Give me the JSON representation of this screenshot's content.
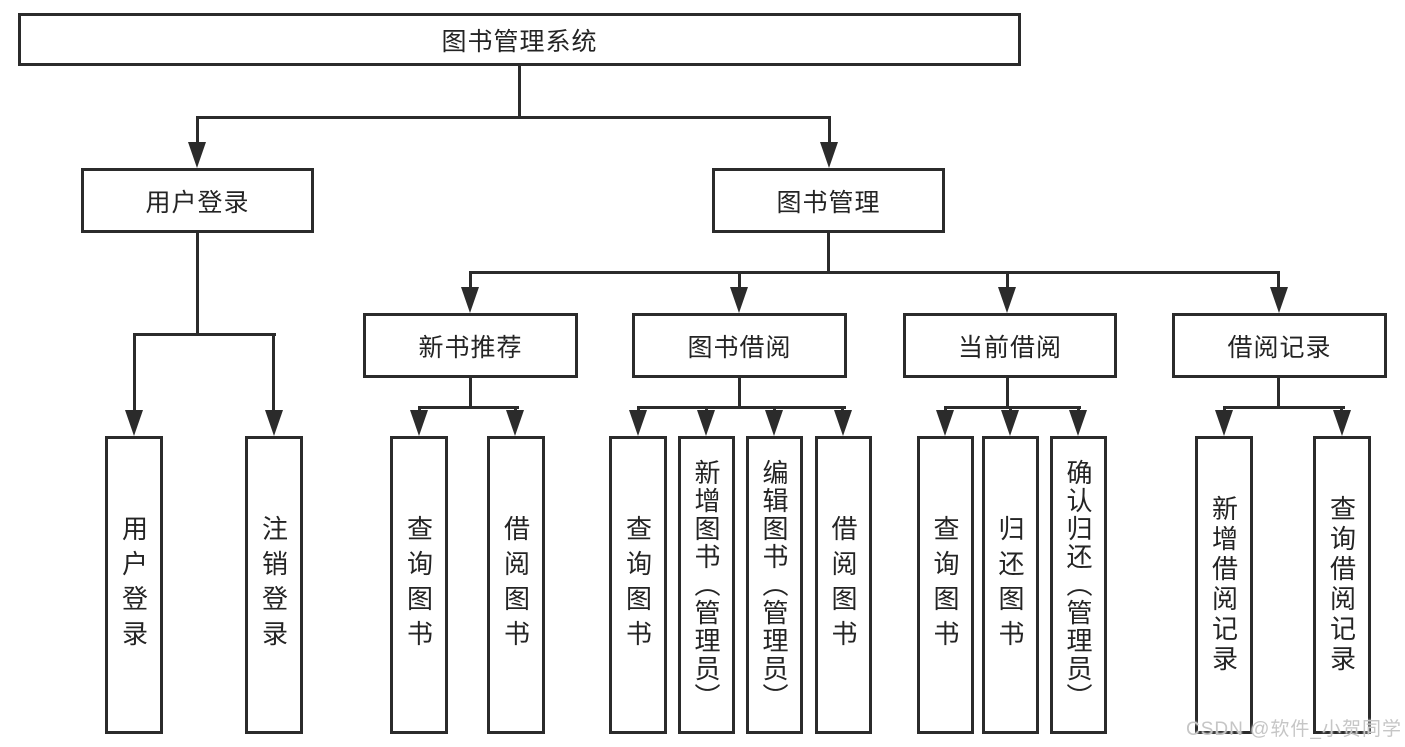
{
  "diagram": {
    "root": "图书管理系统",
    "branches": [
      {
        "label": "用户登录",
        "children": [
          "用户登录",
          "注销登录"
        ]
      },
      {
        "label": "图书管理",
        "sections": [
          {
            "label": "新书推荐",
            "children": [
              "查询图书",
              "借阅图书"
            ]
          },
          {
            "label": "图书借阅",
            "children": [
              "查询图书",
              "新增图书（管理员）",
              "编辑图书（管理员）",
              "借阅图书"
            ]
          },
          {
            "label": "当前借阅",
            "children": [
              "查询图书",
              "归还图书",
              "确认归还（管理员）"
            ]
          },
          {
            "label": "借阅记录",
            "children": [
              "新增借阅记录",
              "查询借阅记录"
            ]
          }
        ]
      }
    ]
  },
  "watermark": {
    "text": "CSDN @软件_小贺同学"
  },
  "colors": {
    "line": "#2b2b2b",
    "box_border": "#2b2b2b",
    "text": "#242424",
    "watermark": "#c6c6c6",
    "background": "#ffffff"
  }
}
